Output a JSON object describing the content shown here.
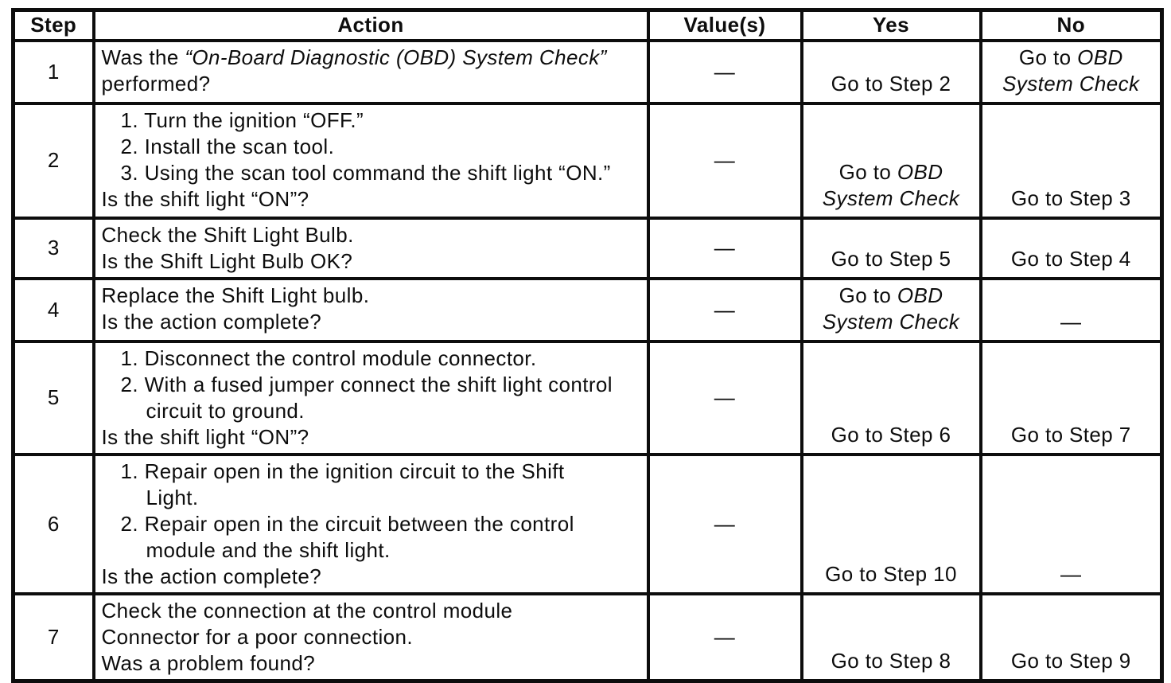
{
  "colors": {
    "ink": "#0d0d0d",
    "paper": "#ffffff"
  },
  "table": {
    "columns": [
      {
        "key": "step",
        "label": "Step"
      },
      {
        "key": "action",
        "label": "Action"
      },
      {
        "key": "value",
        "label": "Value(s)"
      },
      {
        "key": "yes",
        "label": "Yes"
      },
      {
        "key": "no",
        "label": "No"
      }
    ],
    "rows": [
      {
        "step": "1",
        "action": [
          {
            "ind": 0,
            "runs": [
              {
                "t": "Was the "
              },
              {
                "t": "“On-Board Diagnostic (OBD) System Check”",
                "i": true
              }
            ]
          },
          {
            "ind": 0,
            "runs": [
              {
                "t": "performed?"
              }
            ]
          }
        ],
        "value": "—",
        "yes": [
          {
            "runs": [
              {
                "t": "Go to Step 2"
              }
            ]
          }
        ],
        "no": [
          {
            "runs": [
              {
                "t": "Go to "
              },
              {
                "t": "OBD",
                "i": true
              }
            ]
          },
          {
            "runs": [
              {
                "t": "System Check",
                "i": true
              }
            ]
          }
        ]
      },
      {
        "step": "2",
        "action": [
          {
            "ind": 1,
            "runs": [
              {
                "t": "1. Turn the ignition “OFF.”"
              }
            ]
          },
          {
            "ind": 1,
            "runs": [
              {
                "t": "2. Install the scan tool."
              }
            ]
          },
          {
            "ind": 1,
            "runs": [
              {
                "t": "3. Using the scan tool command the shift light “ON.”"
              }
            ]
          },
          {
            "ind": 0,
            "runs": [
              {
                "t": "Is the shift light “ON”?"
              }
            ]
          }
        ],
        "value": "—",
        "yes": [
          {
            "runs": [
              {
                "t": "Go to "
              },
              {
                "t": "OBD",
                "i": true
              }
            ]
          },
          {
            "runs": [
              {
                "t": "System Check",
                "i": true
              }
            ]
          }
        ],
        "no": [
          {
            "runs": [
              {
                "t": "Go to Step 3"
              }
            ]
          }
        ]
      },
      {
        "step": "3",
        "action": [
          {
            "ind": 0,
            "runs": [
              {
                "t": "Check the Shift Light Bulb."
              }
            ]
          },
          {
            "ind": 0,
            "runs": [
              {
                "t": "Is the Shift Light Bulb OK?"
              }
            ]
          }
        ],
        "value": "—",
        "yes": [
          {
            "runs": [
              {
                "t": "Go to Step 5"
              }
            ]
          }
        ],
        "no": [
          {
            "runs": [
              {
                "t": "Go to Step 4"
              }
            ]
          }
        ]
      },
      {
        "step": "4",
        "action": [
          {
            "ind": 0,
            "runs": [
              {
                "t": "Replace the Shift Light bulb."
              }
            ]
          },
          {
            "ind": 0,
            "runs": [
              {
                "t": "Is the action complete?"
              }
            ]
          }
        ],
        "value": "—",
        "yes": [
          {
            "runs": [
              {
                "t": "Go to "
              },
              {
                "t": "OBD",
                "i": true
              }
            ]
          },
          {
            "runs": [
              {
                "t": "System Check",
                "i": true
              }
            ]
          }
        ],
        "no": [
          {
            "runs": [
              {
                "t": "—"
              }
            ]
          }
        ]
      },
      {
        "step": "5",
        "action": [
          {
            "ind": 1,
            "runs": [
              {
                "t": "1. Disconnect the control module connector."
              }
            ]
          },
          {
            "ind": 1,
            "runs": [
              {
                "t": "2. With a fused jumper connect the shift light control"
              }
            ]
          },
          {
            "ind": 2,
            "runs": [
              {
                "t": "circuit to ground."
              }
            ]
          },
          {
            "ind": 0,
            "runs": [
              {
                "t": "Is the shift light “ON”?"
              }
            ]
          }
        ],
        "value": "—",
        "yes": [
          {
            "runs": [
              {
                "t": "Go to Step 6"
              }
            ]
          }
        ],
        "no": [
          {
            "runs": [
              {
                "t": "Go to Step 7"
              }
            ]
          }
        ]
      },
      {
        "step": "6",
        "action": [
          {
            "ind": 1,
            "runs": [
              {
                "t": "1. Repair open in the ignition circuit to the Shift"
              }
            ]
          },
          {
            "ind": 2,
            "runs": [
              {
                "t": "Light."
              }
            ]
          },
          {
            "ind": 1,
            "runs": [
              {
                "t": "2. Repair open in the circuit between the control"
              }
            ]
          },
          {
            "ind": 2,
            "runs": [
              {
                "t": "module and the shift light."
              }
            ]
          },
          {
            "ind": 0,
            "runs": [
              {
                "t": "Is the action complete?"
              }
            ]
          }
        ],
        "value": "—",
        "yes": [
          {
            "runs": [
              {
                "t": "Go to Step 10"
              }
            ]
          }
        ],
        "no": [
          {
            "runs": [
              {
                "t": "—"
              }
            ]
          }
        ]
      },
      {
        "step": "7",
        "action": [
          {
            "ind": 0,
            "runs": [
              {
                "t": "Check the connection at the control module"
              }
            ]
          },
          {
            "ind": 0,
            "runs": [
              {
                "t": "Connector for a poor connection."
              }
            ]
          },
          {
            "ind": 0,
            "runs": [
              {
                "t": "Was a problem found?"
              }
            ]
          }
        ],
        "value": "—",
        "yes": [
          {
            "runs": [
              {
                "t": "Go to Step 8"
              }
            ]
          }
        ],
        "no": [
          {
            "runs": [
              {
                "t": "Go to Step 9"
              }
            ]
          }
        ]
      }
    ]
  }
}
